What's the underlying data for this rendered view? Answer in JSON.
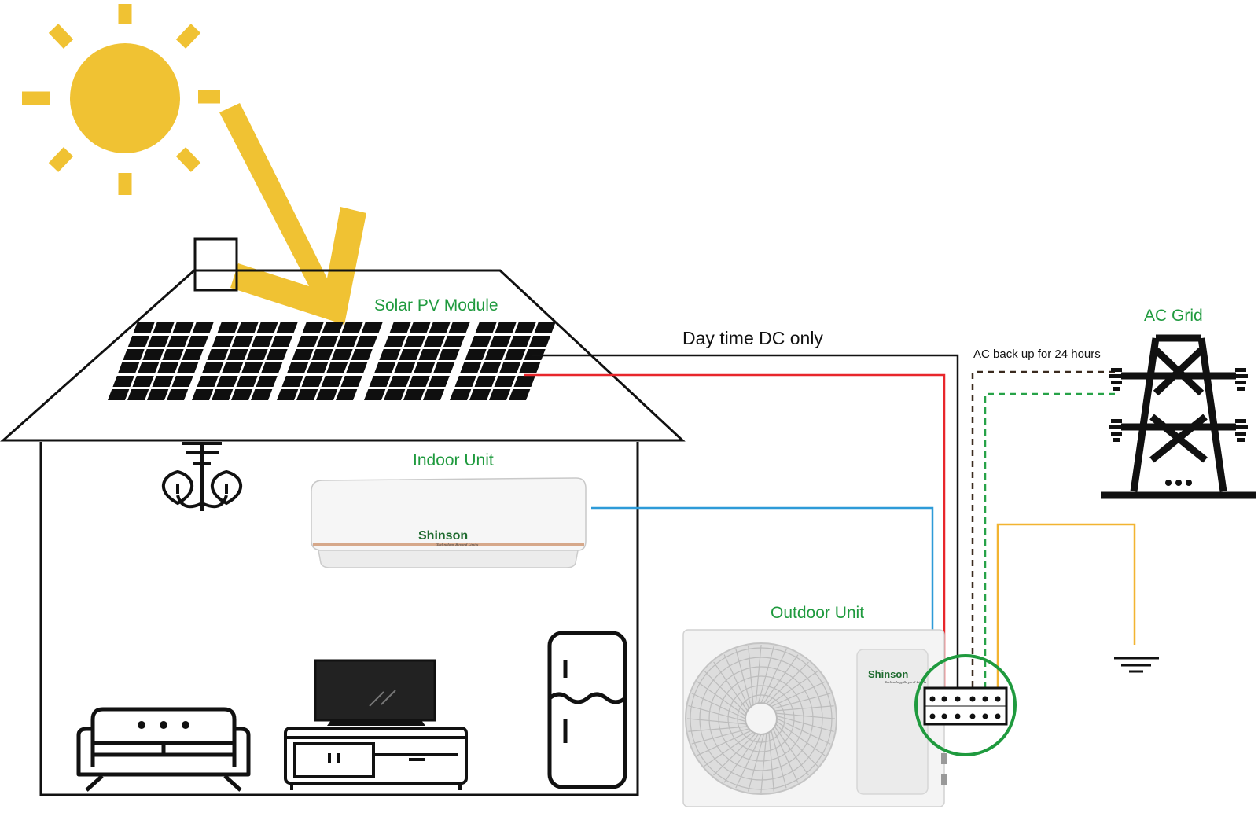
{
  "labels": {
    "solar_pv_module": "Solar PV Module",
    "day_time_dc": "Day time DC only",
    "ac_backup": "AC back up for 24 hours",
    "ac_grid": "AC Grid",
    "indoor_unit": "Indoor Unit",
    "outdoor_unit": "Outdoor Unit"
  },
  "brand": {
    "name": "Shinson",
    "tagline": "Technology Beyond Limits"
  },
  "colors": {
    "sun": "#f0c233",
    "label_green": "#1f9a3e",
    "dc_positive": "#e8262b",
    "dc_negative": "#111111",
    "signal": "#2e9bd8",
    "ground": "#f2b431",
    "ac_neutral": "#3a2a1e",
    "ac_line": "#26a247",
    "connector_ring": "#1f9a3e"
  }
}
